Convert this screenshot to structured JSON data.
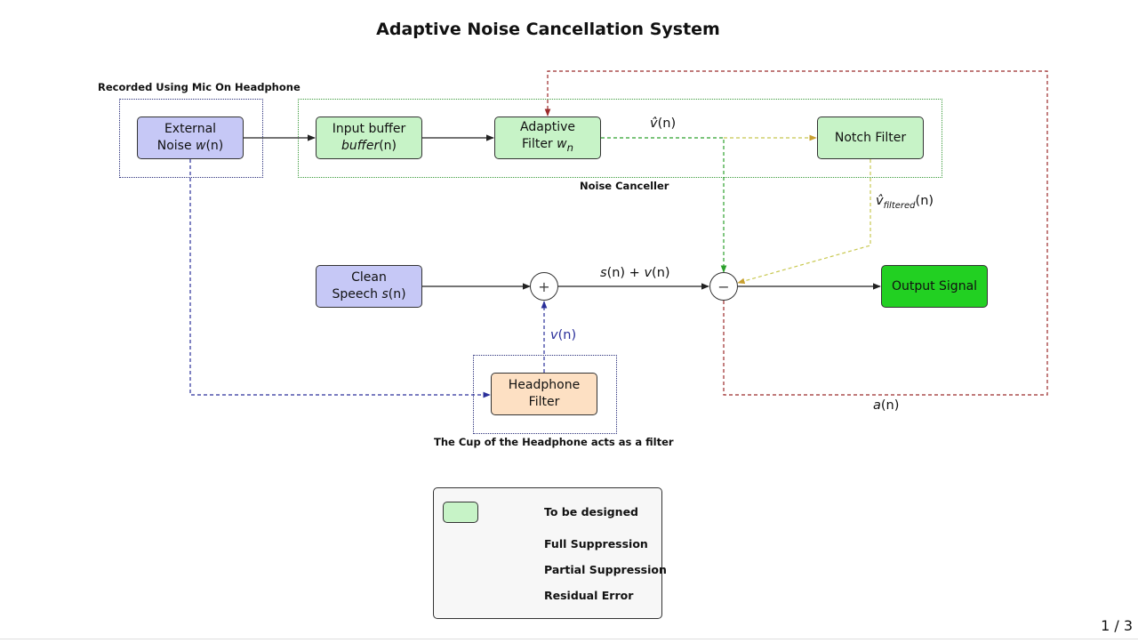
{
  "title": "Adaptive Noise Cancellation System",
  "groups": {
    "recorded": "Recorded Using Mic On Headphone",
    "noise_canceller": "Noise Canceller",
    "cup": "The Cup of the Headphone acts as a filter"
  },
  "nodes": {
    "external_noise": {
      "line1": "External",
      "line2_text": "Noise ",
      "line2_math": "w",
      "line2_arg": "(n)"
    },
    "input_buffer": {
      "line1": "Input buffer",
      "line2_math": "buffer",
      "line2_arg": "(n)"
    },
    "adaptive_filter": {
      "line1": "Adaptive",
      "line2_text": "Filter ",
      "line2_math": "w",
      "line2_sub": "n"
    },
    "notch_filter": {
      "label": "Notch Filter"
    },
    "clean_speech": {
      "line1": "Clean",
      "line2_text": "Speech ",
      "line2_math": "s",
      "line2_arg": "(n)"
    },
    "headphone_filter": {
      "line1": "Headphone",
      "line2": "Filter"
    },
    "output_signal": {
      "label": "Output Signal"
    }
  },
  "operators": {
    "sum": "+",
    "difference": "−"
  },
  "signals": {
    "v_hat": {
      "math": "v̂",
      "arg": "(n)"
    },
    "v_filtered": {
      "math": "v̂",
      "sub": "filtered",
      "arg": "(n)"
    },
    "s_plus_v": {
      "s": "s",
      "s_arg": "(n) + ",
      "v": "v",
      "v_arg": "(n)"
    },
    "v": {
      "math": "v",
      "arg": "(n)"
    },
    "a": {
      "math": "a",
      "arg": "(n)"
    }
  },
  "legend": {
    "to_be_designed": "To be designed",
    "full_suppression": "Full Suppression",
    "partial_suppression": "Partial Suppression",
    "residual_error": "Residual Error"
  },
  "colors": {
    "full_suppression": "#2ca02c",
    "partial_suppression": "#c8c850",
    "residual_error": "#9b2a2a",
    "noise_path": "#2a2f9a",
    "plain": "#222222"
  },
  "page_number": "1 / 3"
}
